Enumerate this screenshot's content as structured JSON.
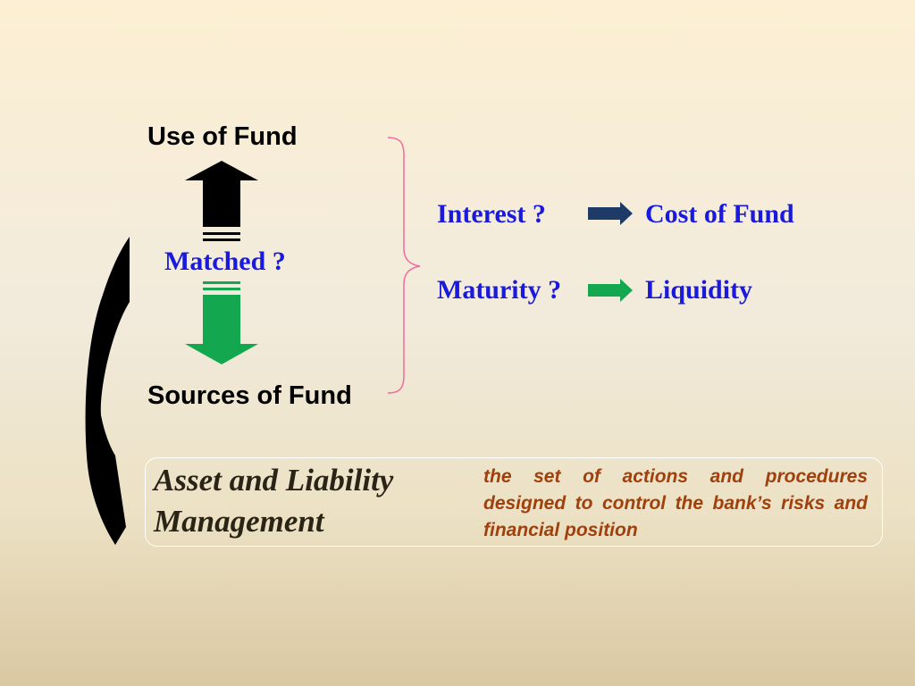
{
  "diagram": {
    "use_of_fund": "Use of Fund",
    "sources_of_fund": "Sources of Fund",
    "matched": "Matched ?",
    "interest": "Interest ?",
    "cost_of_fund": "Cost of Fund",
    "maturity": "Maturity ?",
    "liquidity": "Liquidity",
    "alm_title_line1": "Asset and Liability",
    "alm_title_line2": "Management",
    "alm_description": "the set of actions and procedures designed to control the bank’s risks and financial position"
  },
  "colors": {
    "text_blue": "#1a1adc",
    "up_arrow": "#000000",
    "down_arrow": "#13a850",
    "interest_arrow": "#1e3a66",
    "maturity_arrow": "#13a850",
    "brace": "#f06aa0",
    "description": "#a0400c"
  },
  "icons": {
    "up_arrow": "arrow-up-icon",
    "down_arrow": "arrow-down-icon",
    "curved_arrow": "curved-arrow-icon",
    "interest_arrow": "arrow-right-icon",
    "maturity_arrow": "arrow-right-icon"
  }
}
